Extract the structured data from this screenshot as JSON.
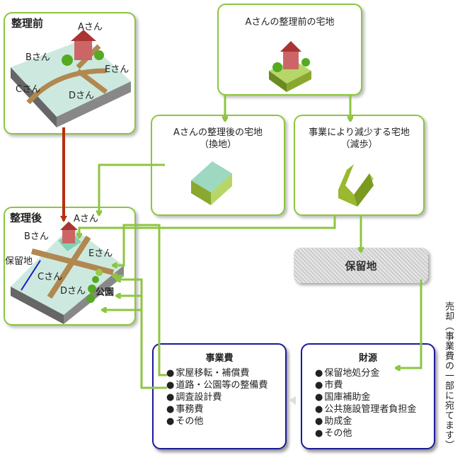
{
  "before": {
    "title": "整理前",
    "labels": [
      "Aさん",
      "Bさん",
      "Eさん",
      "Cさん",
      "Dさん"
    ]
  },
  "a_before": {
    "title": "Aさんの整理前の宅地"
  },
  "kanchi": {
    "title1": "Aさんの整理後の宅地",
    "title2": "（換地）"
  },
  "genbu": {
    "title1": "事業により減少する宅地",
    "title2": "（減歩）"
  },
  "after": {
    "title": "整理後",
    "labels": {
      "a": "Aさん",
      "b": "Bさん",
      "e": "Eさん",
      "c": "Cさん",
      "d": "Dさん",
      "park": "公園",
      "reserve": "保留地"
    }
  },
  "reserve_land": {
    "label": "保留地"
  },
  "costs": {
    "title": "事業費",
    "items": [
      "家屋移転・補償費",
      "道路・公園等の整備費",
      "調査設計費",
      "事務費",
      "その他"
    ]
  },
  "funding": {
    "title": "財源",
    "items": [
      "保留地処分金",
      "市費",
      "国庫補助金",
      "公共施設管理者負担金",
      "助成金",
      "その他"
    ]
  },
  "sale_note": "売却（事業費の一部に宛てます）",
  "colors": {
    "green": "#8cc63f",
    "red": "#b5300f",
    "blue": "#1a1a9c"
  }
}
